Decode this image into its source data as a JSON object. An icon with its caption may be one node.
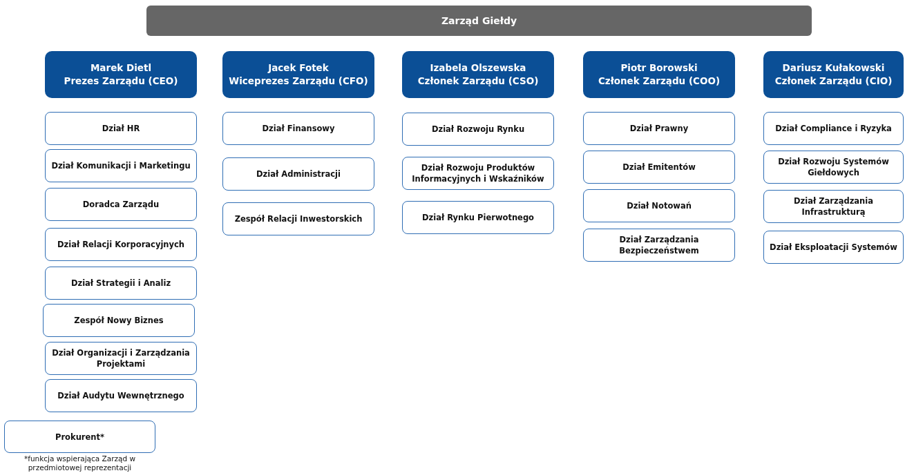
{
  "diagram": {
    "nodes": [
      {
        "text": [
          "Zarząd Giełdy"
        ]
      },
      {
        "text": [
          "Marek Dietl",
          "Prezes Zarządu (CEO)"
        ]
      },
      {
        "text": [
          "Dział HR"
        ]
      },
      {
        "text": [
          "Dział Komunikacji i Marketingu"
        ]
      },
      {
        "text": [
          "Doradca Zarządu"
        ]
      },
      {
        "text": [
          "Dział Relacji Korporacyjnych"
        ]
      },
      {
        "text": [
          "Dział Strategii i Analiz"
        ]
      },
      {
        "text": [
          "Zespół Nowy Biznes"
        ]
      },
      {
        "text": [
          "Dział Organizacji i Zarządzania Projektami"
        ]
      },
      {
        "text": [
          "Dział Audytu Wewnętrznego"
        ]
      },
      {
        "text": [
          "Jacek Fotek",
          "Wiceprezes Zarządu (CFO)"
        ]
      },
      {
        "text": [
          "Dział Finansowy"
        ]
      },
      {
        "text": [
          "Dział Administracji"
        ]
      },
      {
        "text": [
          "Zespół Relacji Inwestorskich"
        ]
      },
      {
        "text": [
          "Izabela Olszewska",
          "Członek Zarządu (CSO)"
        ]
      },
      {
        "text": [
          "Dział Rozwoju Rynku"
        ]
      },
      {
        "text": [
          "Dział Rozwoju Produktów Informacyjnych i Wskaźników"
        ]
      },
      {
        "text": [
          "Dział Rynku Pierwotnego"
        ]
      },
      {
        "text": [
          "Piotr Borowski",
          "Członek Zarządu (COO)"
        ]
      },
      {
        "text": [
          "Dział Prawny"
        ]
      },
      {
        "text": [
          "Dział Emitentów"
        ]
      },
      {
        "text": [
          "Dział Notowań"
        ]
      },
      {
        "text": [
          "Dział Zarządzania Bezpieczeństwem"
        ]
      },
      {
        "text": [
          "Dariusz Kułakowski",
          "Członek Zarządu (CIO)"
        ]
      },
      {
        "text": [
          "Dział Compliance i Ryzyka"
        ]
      },
      {
        "text": [
          "Dział Rozwoju Systemów Giełdowych"
        ]
      },
      {
        "text": [
          "Dział Zarządzania Infrastrukturą"
        ]
      },
      {
        "text": [
          "Dział Eksploatacji Systemów"
        ]
      },
      {
        "text": [
          "Prokurent*"
        ],
        "beside": [
          "*funkcja wspierająca Zarząd w przedmiotowej reprezentacji"
        ]
      }
    ],
    "edges": []
  }
}
